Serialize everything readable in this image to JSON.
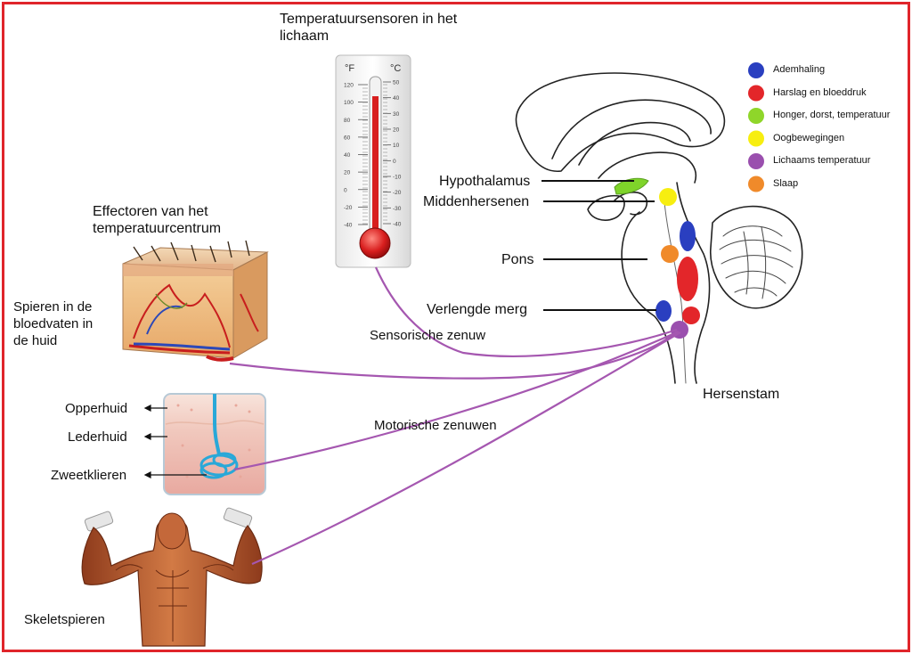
{
  "titles": {
    "sensors": "Temperatuursensoren in het lichaam",
    "effectors": "Effectoren van het temperatuurcentrum"
  },
  "thermometer": {
    "unit_f": "°F",
    "unit_c": "°C",
    "f_ticks": [
      "120",
      "100",
      "80",
      "60",
      "40",
      "20",
      "0",
      "-20",
      "-40"
    ],
    "c_ticks": [
      "50",
      "40",
      "30",
      "20",
      "10",
      "0",
      "-10",
      "-20",
      "-30",
      "-40"
    ]
  },
  "brain_labels": {
    "hypothalamus": "Hypothalamus",
    "midbrain": "Middenhersenen",
    "pons": "Pons",
    "medulla": "Verlengde merg",
    "brainstem": "Hersenstam"
  },
  "nerve_labels": {
    "sensory": "Sensorische zenuw",
    "motor": "Motorische zenuwen"
  },
  "effector_labels": {
    "skin_vessels": "Spieren in de bloedvaten in de huid",
    "epidermis": "Opperhuid",
    "dermis": "Lederhuid",
    "sweat_glands": "Zweetklieren",
    "skeletal": "Skeletspieren"
  },
  "legend": [
    {
      "label": "Ademhaling",
      "color": "#2a3fc0"
    },
    {
      "label": "Harslag en bloeddruk",
      "color": "#e3262a"
    },
    {
      "label": "Honger, dorst, temperatuur",
      "color": "#8fd62a"
    },
    {
      "label": "Oogbewegingen",
      "color": "#f7ee10"
    },
    {
      "label": "Lichaams temperatuur",
      "color": "#9a4fae"
    },
    {
      "label": "Slaap",
      "color": "#f08a2a"
    }
  ],
  "colors": {
    "frame": "#e0252b",
    "nerve": "#a557b0",
    "label_line": "#111111"
  }
}
